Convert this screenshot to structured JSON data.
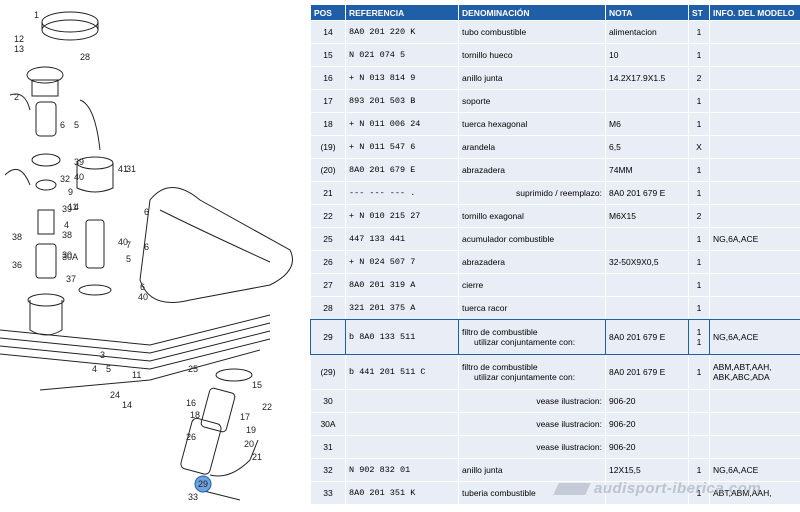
{
  "diagram": {
    "labels": [
      "12",
      "13",
      "1",
      "28",
      "2",
      "6",
      "5",
      "39",
      "41",
      "40",
      "9",
      "4",
      "11",
      "6",
      "6",
      "38",
      "36",
      "32",
      "30",
      "4",
      "31",
      "38",
      "39",
      "30A",
      "37",
      "5",
      "7",
      "40",
      "6",
      "40",
      "3",
      "4",
      "5",
      "11",
      "16",
      "18",
      "22",
      "25",
      "26",
      "29",
      "14",
      "15",
      "19",
      "20",
      "21",
      "17",
      "24",
      "33"
    ],
    "highlight": "29"
  },
  "table": {
    "headers": [
      "POS",
      "REFERENCIA",
      "DENOMINACIÓN",
      "NOTA",
      "ST",
      "INFO. DEL MODELO"
    ],
    "rows": [
      {
        "pos": "14",
        "ref": "  8A0  201  220  K",
        "den": "tubo combustible",
        "nota": "alimentacion",
        "st": "1",
        "info": ""
      },
      {
        "pos": "15",
        "ref": "  N    021  074  5",
        "den": "tornillo hueco",
        "nota": "10",
        "st": "1",
        "info": ""
      },
      {
        "pos": "16",
        "ref": "+ N    013  814  9",
        "den": "anillo junta",
        "nota": "14.2X17.9X1.5",
        "st": "2",
        "info": ""
      },
      {
        "pos": "17",
        "ref": "  893  201  503  B",
        "den": "soporte",
        "nota": "",
        "st": "1",
        "info": ""
      },
      {
        "pos": "18",
        "ref": "+ N    011  006  24",
        "den": "tuerca hexagonal",
        "nota": "M6",
        "st": "1",
        "info": ""
      },
      {
        "pos": "(19)",
        "ref": "+ N    011  547  6",
        "den": "arandela",
        "nota": "6,5",
        "st": "X",
        "info": ""
      },
      {
        "pos": "(20)",
        "ref": "  8A0  201  679  E",
        "den": "abrazadera",
        "nota": "74MM",
        "st": "1",
        "info": ""
      },
      {
        "pos": "21",
        "ref": "  ---  ---  ---  .",
        "den": "suprimido / reemplazo:",
        "nota": "8A0 201 679 E",
        "st": "1",
        "info": ""
      },
      {
        "pos": "22",
        "ref": "+ N    010  215  27",
        "den": "tornillo exagonal",
        "nota": "M6X15",
        "st": "2",
        "info": ""
      },
      {
        "pos": "25",
        "ref": "  447  133  441",
        "den": "acumulador combustible",
        "nota": "",
        "st": "1",
        "info": "NG,6A,ACE"
      },
      {
        "pos": "26",
        "ref": "+ N    024  507  7",
        "den": "abrazadera",
        "nota": "32-50X9X0,5",
        "st": "1",
        "info": ""
      },
      {
        "pos": "27",
        "ref": "  8A0  201  319  A",
        "den": "cierre",
        "nota": "",
        "st": "1",
        "info": ""
      },
      {
        "pos": "28",
        "ref": "  321  201  375  A",
        "den": "tuerca racor",
        "nota": "",
        "st": "1",
        "info": ""
      },
      {
        "pos": "29",
        "ref": "b 8A0  133  511",
        "den": "filtro de combustible",
        "den2": "utilizar conjuntamente con:",
        "nota": "",
        "nota2": "8A0 201 679 E",
        "st": "1",
        "st2": "1",
        "info": "NG,6A,ACE",
        "info2": ""
      },
      {
        "pos": "(29)",
        "ref": "b 441  201  511  C",
        "den": "filtro de combustible",
        "den2": "utilizar conjuntamente con:",
        "nota": "",
        "nota2": "8A0 201 679 E",
        "st": "",
        "st2": "1",
        "info": "ABM,ABT,AAH,",
        "info2": "ABK,ABC,ADA"
      },
      {
        "pos": "30",
        "ref": "",
        "den": "vease ilustracion:",
        "nota": "906-20",
        "st": "",
        "info": ""
      },
      {
        "pos": "30A",
        "ref": "",
        "den": "vease ilustracion:",
        "nota": "906-20",
        "st": "",
        "info": ""
      },
      {
        "pos": "31",
        "ref": "",
        "den": "vease ilustracion:",
        "nota": "906-20",
        "st": "",
        "info": ""
      },
      {
        "pos": "32",
        "ref": "  N    902  832  01",
        "den": "anillo junta",
        "nota": "12X15,5",
        "st": "1",
        "info": "NG,6A,ACE"
      },
      {
        "pos": "33",
        "ref": "  8A0  201  351  K",
        "den": "tuberia combustible",
        "nota": "",
        "st": "1",
        "info": "ABT,ABM,AAH,"
      }
    ]
  },
  "watermark": "audisport-iberica.com",
  "colors": {
    "header": "#1f5fa8",
    "row": "#e9eef6",
    "highlight": "#1f5fa8"
  }
}
